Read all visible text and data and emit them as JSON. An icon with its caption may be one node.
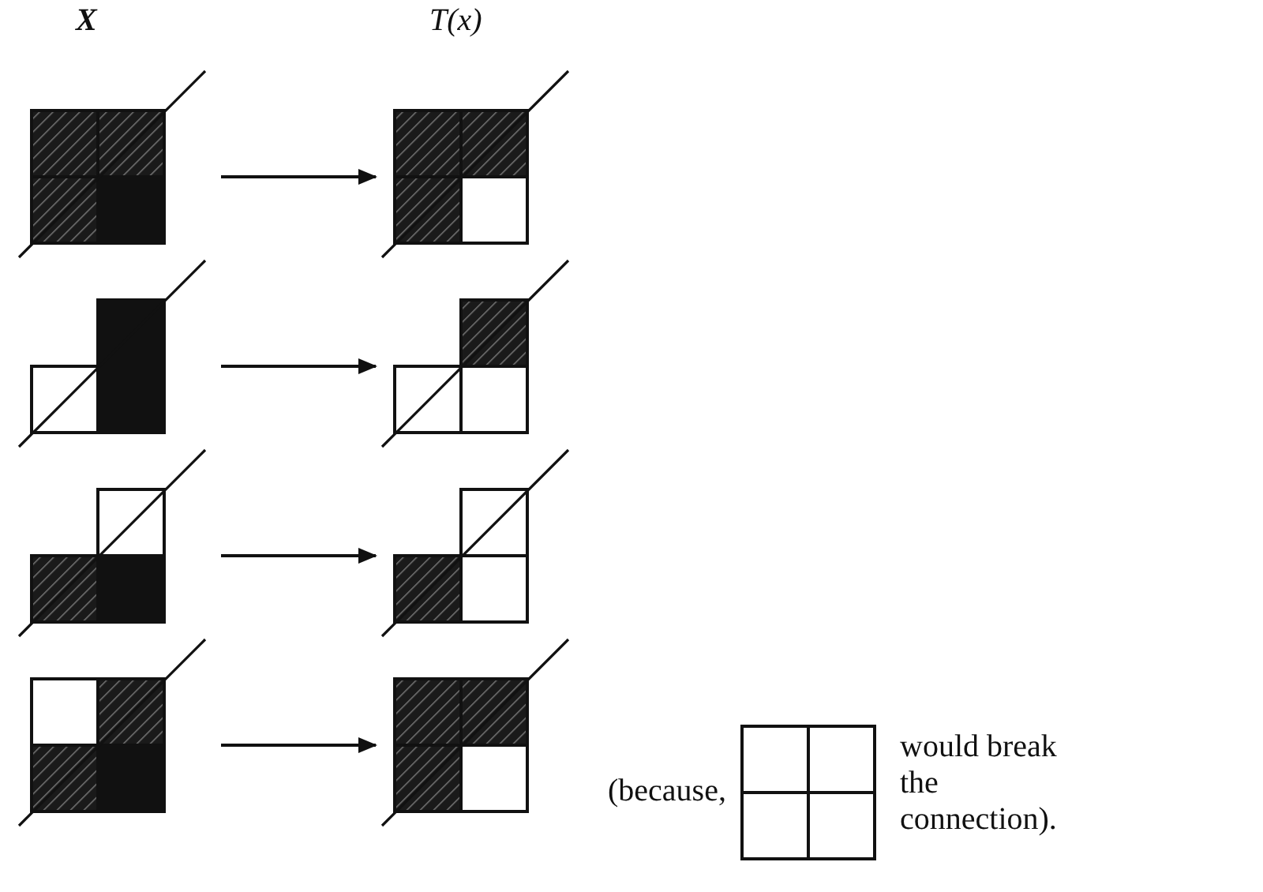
{
  "diagram": {
    "nodes": [
      {
        "text": [],
        "shape": "picture"
      },
      {
        "text": [],
        "shape": "picture"
      },
      {
        "text": [],
        "shape": "picture"
      },
      {
        "text": [],
        "shape": "picture"
      },
      {
        "text": [],
        "shape": "picture"
      },
      {
        "text": [],
        "shape": "picture"
      },
      {
        "text": [],
        "shape": "picture"
      },
      {
        "text": [],
        "shape": "picture"
      },
      {
        "text": [],
        "shape": "picture"
      }
    ],
    "edges": [
      {
        "from": 0,
        "to": 1,
        "arrow": "to"
      },
      {
        "from": 2,
        "to": 3,
        "arrow": "to"
      },
      {
        "from": 4,
        "to": 5,
        "arrow": "to"
      },
      {
        "from": 6,
        "to": 7,
        "arrow": "to"
      }
    ],
    "labels": [
      "X",
      "T(x)",
      "(because,",
      "would break the connection)."
    ]
  }
}
